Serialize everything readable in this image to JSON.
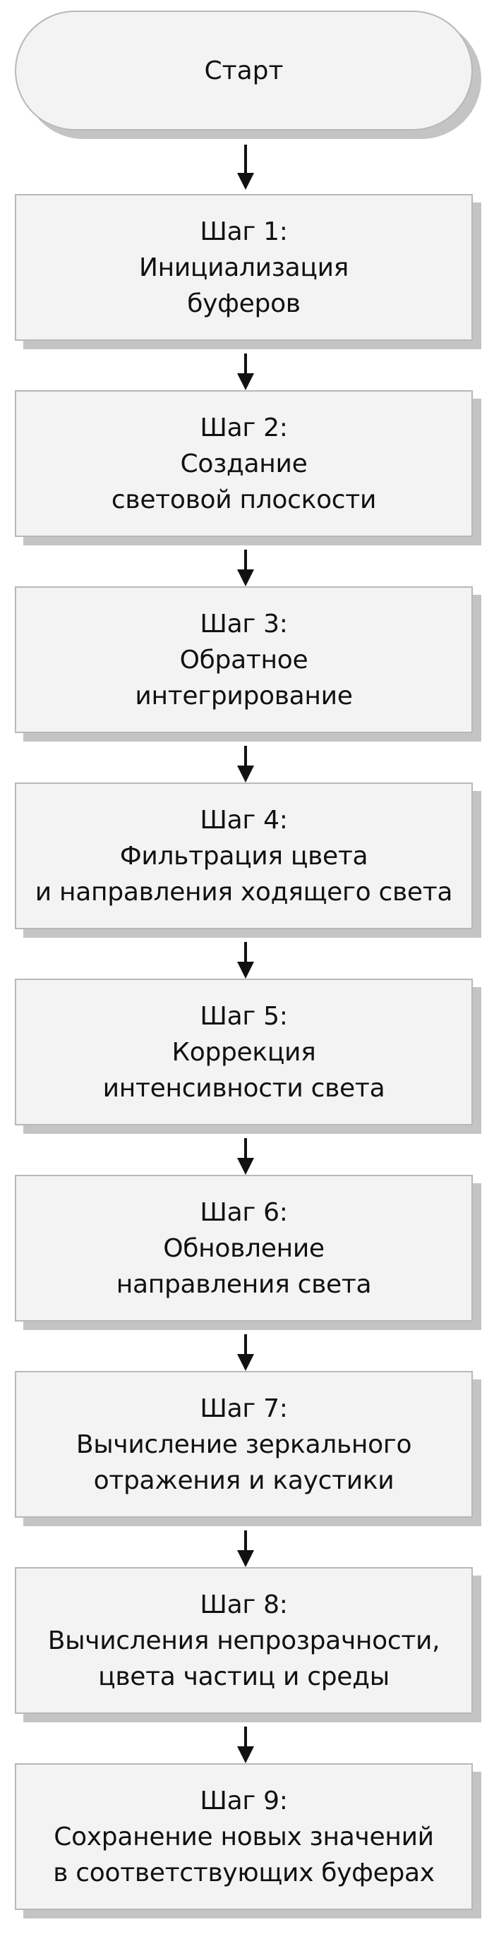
{
  "flowchart": {
    "start_label": "Старт",
    "steps": [
      {
        "title": "Шаг 1:",
        "lines": [
          "Инициализация",
          "буферов"
        ]
      },
      {
        "title": "Шаг 2:",
        "lines": [
          "Создание",
          "световой плоскости"
        ]
      },
      {
        "title": "Шаг 3:",
        "lines": [
          "Обратное",
          "интегрирование"
        ]
      },
      {
        "title": "Шаг 4:",
        "lines": [
          "Фильтрация цвета",
          "и направления ходящего света"
        ]
      },
      {
        "title": "Шаг 5:",
        "lines": [
          "Коррекция",
          "интенсивности света"
        ]
      },
      {
        "title": "Шаг 6:",
        "lines": [
          "Обновление",
          "направления света"
        ]
      },
      {
        "title": "Шаг 7:",
        "lines": [
          "Вычисление зеркального",
          "отражения и каустики"
        ]
      },
      {
        "title": "Шаг 8:",
        "lines": [
          "Вычисления непрозрачности,",
          "цвета частиц и среды"
        ]
      },
      {
        "title": "Шаг 9:",
        "lines": [
          "Сохранение новых значений",
          "в соответствующих буферах"
        ]
      }
    ]
  }
}
